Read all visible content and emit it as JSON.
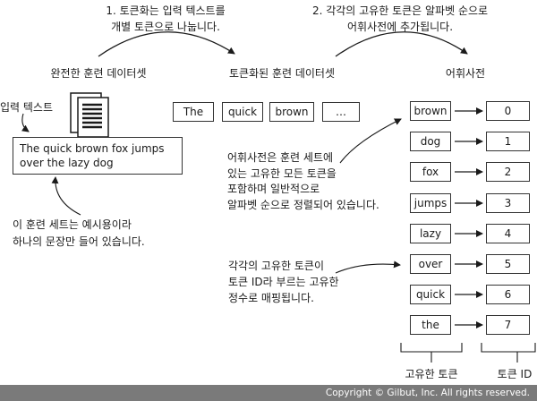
{
  "steps": {
    "step1": [
      "1. 토큰화는 입력 텍스트를",
      "개별 토큰으로 나눕니다."
    ],
    "step2": [
      "2. 각각의 고유한 토큰은 알파벳 순으로",
      "어휘사전에 추가됩니다."
    ]
  },
  "headers": {
    "full_dataset": "완전한 훈련 데이터셋",
    "tokenized_dataset": "토큰화된 훈련 데이터셋",
    "vocabulary": "어휘사전"
  },
  "input_label": "입력 텍스트",
  "input_text": [
    "The quick brown fox jumps",
    "over the lazy dog"
  ],
  "tokens": [
    "The",
    "quick",
    "brown",
    "…"
  ],
  "vocabulary": [
    {
      "token": "brown",
      "id": "0"
    },
    {
      "token": "dog",
      "id": "1"
    },
    {
      "token": "fox",
      "id": "2"
    },
    {
      "token": "jumps",
      "id": "3"
    },
    {
      "token": "lazy",
      "id": "4"
    },
    {
      "token": "over",
      "id": "5"
    },
    {
      "token": "quick",
      "id": "6"
    },
    {
      "token": "the",
      "id": "7"
    }
  ],
  "notes": {
    "sample": [
      "이 훈련 세트는 예시용이라",
      "하나의 문장만 들어 있습니다."
    ],
    "vocab": [
      "어휘사전은 훈련 세트에",
      "있는 고유한 모든 토큰을",
      "포함하며 일반적으로",
      "알파벳 순으로 정렬되어 있습니다."
    ],
    "mapping": [
      "각각의 고유한 토큰이",
      "토큰 ID라 부르는 고유한",
      "정수로 매핑됩니다."
    ]
  },
  "bottom_labels": {
    "unique_tokens": "고유한 토큰",
    "token_ids": "토큰 ID"
  },
  "copyright": "Copyright © Gilbut, Inc. All rights reserved."
}
